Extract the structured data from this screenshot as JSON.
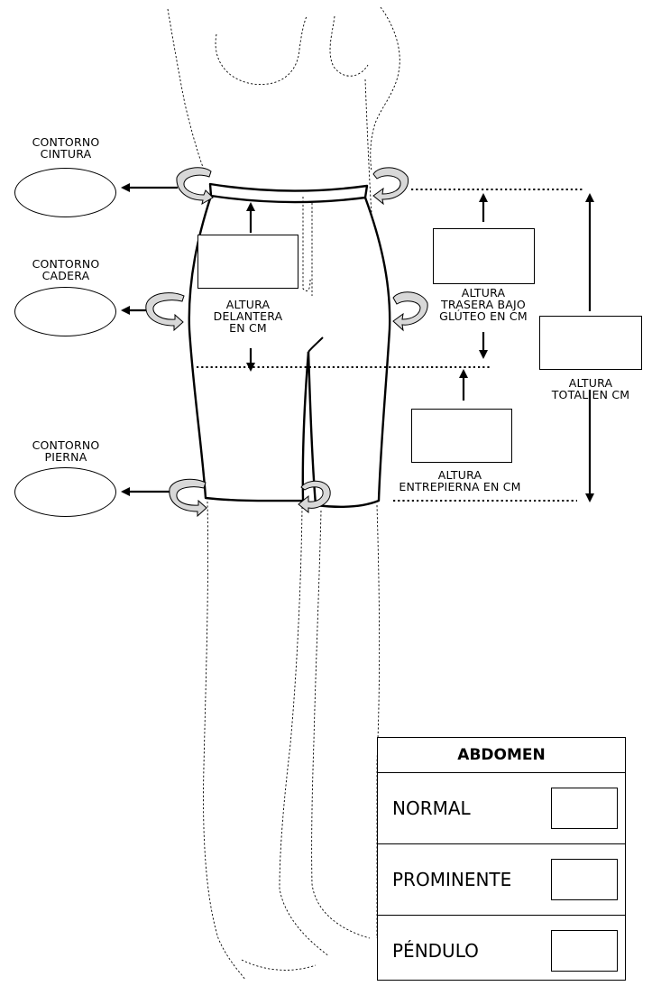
{
  "labels": {
    "waist": [
      "CONTORNO",
      "CINTURA"
    ],
    "hip": [
      "CONTORNO",
      "CADERA"
    ],
    "leg": [
      "CONTORNO",
      "PIERNA"
    ],
    "front_height": [
      "ALTURA",
      "DELANTERA",
      "EN CM"
    ],
    "back_height": [
      "ALTURA",
      "TRASERA BAJO",
      "GLÚTEO EN CM"
    ],
    "total_height": [
      "ALTURA",
      "TOTAL EN CM"
    ],
    "crotch_height": [
      "ALTURA",
      "ENTREPIERNA EN CM"
    ]
  },
  "abdomen": {
    "title": "ABDOMEN",
    "options": [
      "NORMAL",
      "PROMINENTE",
      "PÉNDULO"
    ]
  }
}
